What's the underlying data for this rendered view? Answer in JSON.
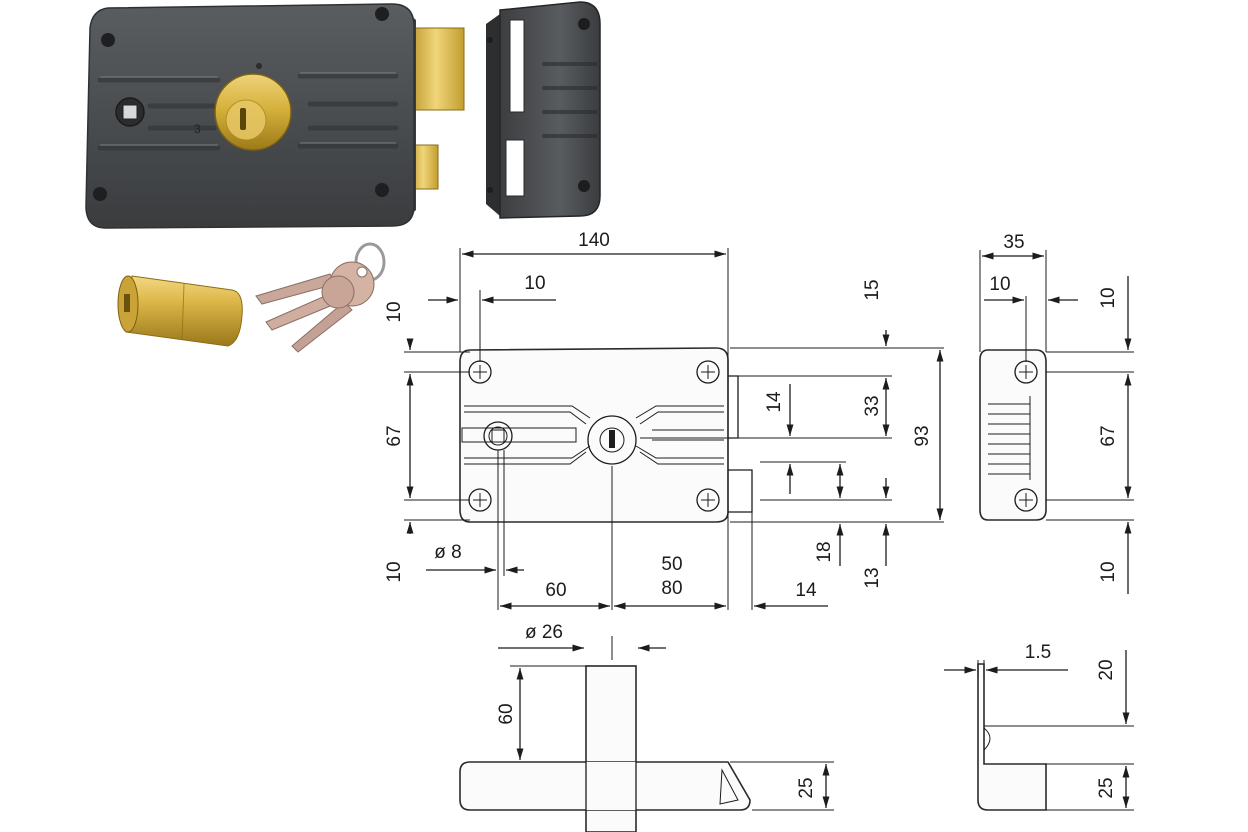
{
  "colors": {
    "lock_body": "#4a4d50",
    "lock_body_dark": "#2f3133",
    "brass": "#d6b23c",
    "brass_dark": "#a88622",
    "key": "#c9a79a",
    "line": "#1c1c1c"
  },
  "photo": {
    "cylinder_number": "3"
  },
  "front_view": {
    "width_overall": "140",
    "screw_offset_top": "10",
    "screw_offset_bottom": "10",
    "screw_offset_left": "10",
    "screw_spacing_vertical": "67",
    "top_to_keyhole": "15",
    "keyhole_to_bolt": "33",
    "bolt_height": "14",
    "height_overall": "93",
    "spindle_diameter": "ø 8",
    "spindle_to_cylinder": "60",
    "backset_50": "50",
    "backset_80": "80",
    "bolt_projection": "14",
    "latch_height": "18",
    "bottom_offset": "13"
  },
  "side_view": {
    "depth": "35",
    "screw_inset": "10",
    "top_offset": "10",
    "screw_spacing": "67",
    "bottom_offset": "10"
  },
  "bottom_view": {
    "cylinder_diameter": "ø 26",
    "cylinder_length": "60",
    "case_height": "25"
  },
  "strike_view": {
    "plate_thickness": "1.5",
    "top_height": "20",
    "case_height": "25"
  }
}
